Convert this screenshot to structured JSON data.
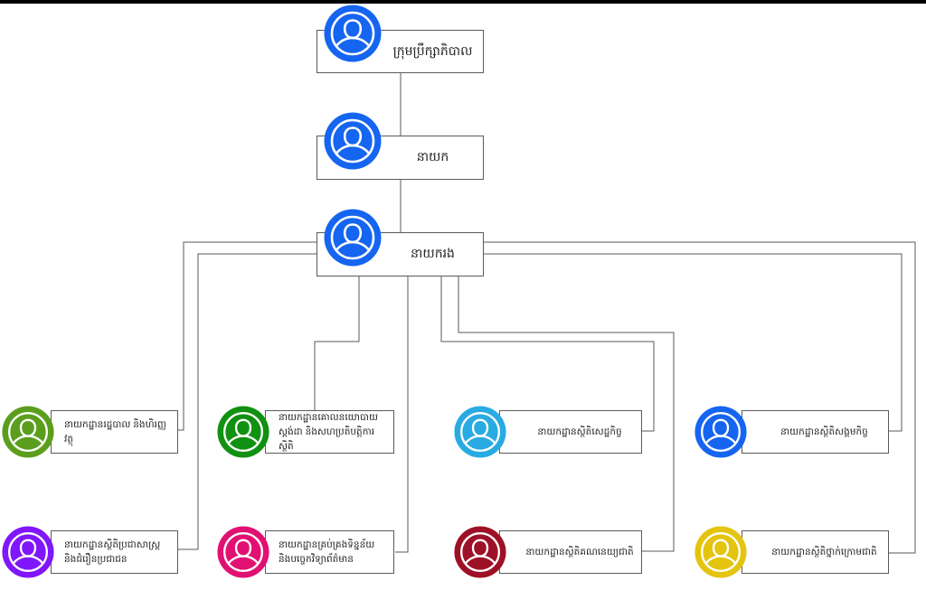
{
  "canvas": {
    "background": "#ffffff",
    "top_bar_color": "#000000",
    "connector_color": "#595959",
    "box_border_color": "#5a5a5a"
  },
  "org_chart": {
    "board": {
      "label": "ក្រុមប្រឹក្សាភិបាល",
      "avatar_color": "#1565f0",
      "avatar_icon": "person-icon"
    },
    "director": {
      "label": "នាយក",
      "avatar_color": "#1565f0",
      "avatar_icon": "person-icon"
    },
    "deputy_director": {
      "label": "នាយករង",
      "avatar_color": "#1565f0",
      "avatar_icon": "person-icon"
    },
    "departments": [
      {
        "label": "នាយកដ្ឋានរដ្ឋបាល និងហិរញ្ញវត្ថុ",
        "avatar_color": "#5b9e1d",
        "avatar_icon": "person-icon"
      },
      {
        "label": "នាយកដ្ឋានគោលនយោបាយ ស្តង់ដា និងសហប្រតិបត្តិការ ស្ថិតិ",
        "avatar_color": "#119111",
        "avatar_icon": "person-icon"
      },
      {
        "label": "នាយកដ្ឋានស្ថិតិសេដ្ឋកិច្ច",
        "avatar_color": "#29abe2",
        "avatar_icon": "person-icon"
      },
      {
        "label": "នាយកដ្ឋានស្ថិតិសង្គមកិច្ច",
        "avatar_color": "#1565f0",
        "avatar_icon": "person-icon"
      },
      {
        "label": "នាយកដ្ឋានស្ថិតិប្រជាសាស្ត្រ និងជំរឿនប្រជាជន",
        "avatar_color": "#7f16fb",
        "avatar_icon": "person-icon"
      },
      {
        "label": "នាយកដ្ឋានគ្រប់គ្រងទិន្នន័យ និងបច្ចេកវិទ្យាព័ត៌មាន",
        "avatar_color": "#e11173",
        "avatar_icon": "person-icon"
      },
      {
        "label": "នាយកដ្ឋានស្ថិតិគណនេយ្យជាតិ",
        "avatar_color": "#9d1126",
        "avatar_icon": "person-icon"
      },
      {
        "label": "នាយកដ្ឋានស្ថិតិថ្នាក់ក្រោមជាតិ",
        "avatar_color": "#e4c40e",
        "avatar_icon": "person-icon"
      }
    ]
  }
}
